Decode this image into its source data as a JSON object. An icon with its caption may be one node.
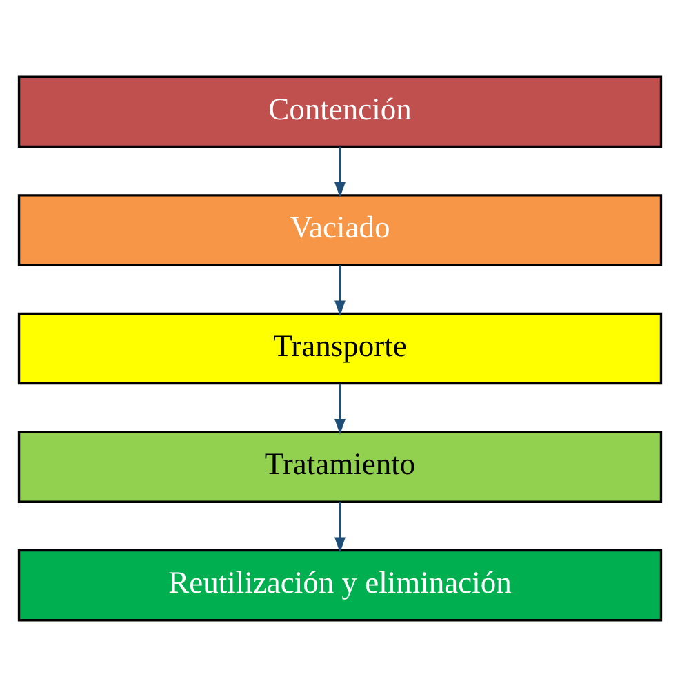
{
  "diagram": {
    "nodes": [
      {
        "text": [
          "Contención"
        ]
      },
      {
        "text": [
          "Vaciado"
        ]
      },
      {
        "text": [
          "Transporte"
        ]
      },
      {
        "text": [
          "Tratamiento"
        ]
      },
      {
        "text": [
          "Reutilización y eliminación"
        ]
      }
    ],
    "edges": [
      {
        "from": 0,
        "to": 1,
        "arrow": "to"
      },
      {
        "from": 1,
        "to": 2,
        "arrow": "to"
      },
      {
        "from": 2,
        "to": 3,
        "arrow": "to"
      },
      {
        "from": 3,
        "to": 4,
        "arrow": "to"
      }
    ]
  }
}
